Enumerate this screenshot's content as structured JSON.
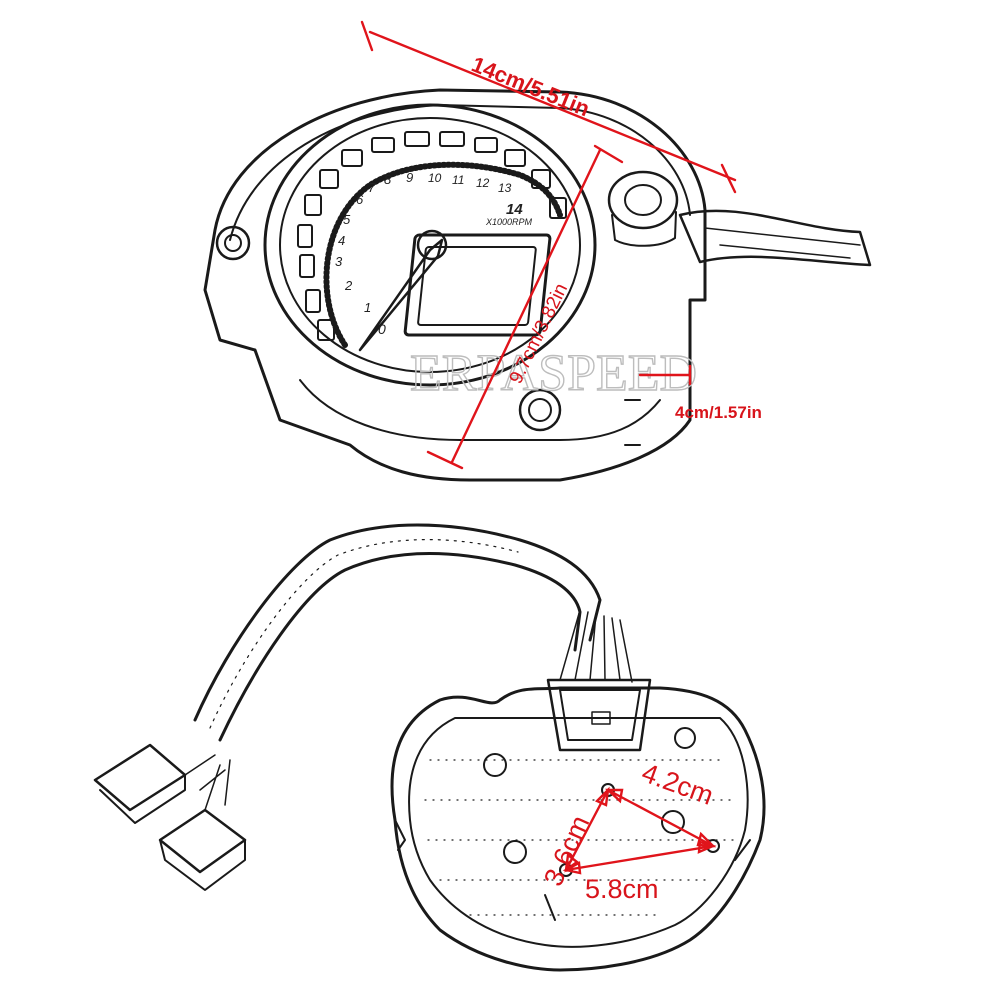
{
  "watermark": "ERPASPEED",
  "front_view": {
    "width_label": "14cm/5.51in",
    "height_label": "9.7cm/3.82in",
    "depth_label": "4cm/1.57in",
    "tachometer_ticks": [
      "0",
      "1",
      "2",
      "3",
      "4",
      "5",
      "6",
      "7",
      "8",
      "9",
      "10",
      "11",
      "12",
      "13",
      "14"
    ],
    "unit_label": "X1000RPM"
  },
  "rear_view": {
    "spacing_a_label": "4.2cm",
    "spacing_b_label": "3.6cm",
    "spacing_c_label": "5.8cm"
  },
  "colors": {
    "dimension": "#e0141b",
    "line_art": "#1a1a1a",
    "watermark": "#bdbdbd"
  }
}
